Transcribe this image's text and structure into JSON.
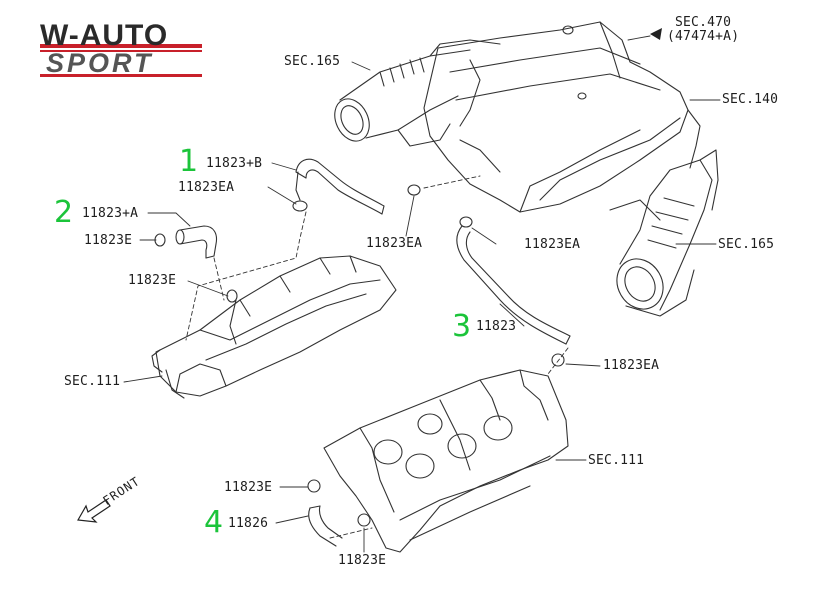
{
  "logo": {
    "line1": "W-AUTO",
    "line2": "SPORT"
  },
  "labels": {
    "sec470": "SEC.470",
    "sec470_ref": "(47474+A)",
    "sec165_top": "SEC.165",
    "sec140": "SEC.140",
    "sec165_right": "SEC.165",
    "part_11823B": "11823+B",
    "part_11823EA_1": "11823EA",
    "part_11823A": "11823+A",
    "part_11823E_1": "11823E",
    "part_11823EA_2": "11823EA",
    "part_11823EA_3": "11823EA",
    "part_11823E_2": "11823E",
    "part_11823": "11823",
    "part_11823EA_4": "11823EA",
    "sec111_left": "SEC.111",
    "sec111_right": "SEC.111",
    "part_11823E_3": "11823E",
    "part_11826": "11826",
    "part_11823E_4": "11823E",
    "front": "FRONT"
  },
  "callouts": {
    "c1": "1",
    "c2": "2",
    "c3": "3",
    "c4": "4"
  },
  "colors": {
    "line": "#333333",
    "callout": "#1bc43a",
    "logo_red": "#c8202a",
    "logo_dark": "#2a2a2a",
    "logo_grey": "#555555"
  }
}
